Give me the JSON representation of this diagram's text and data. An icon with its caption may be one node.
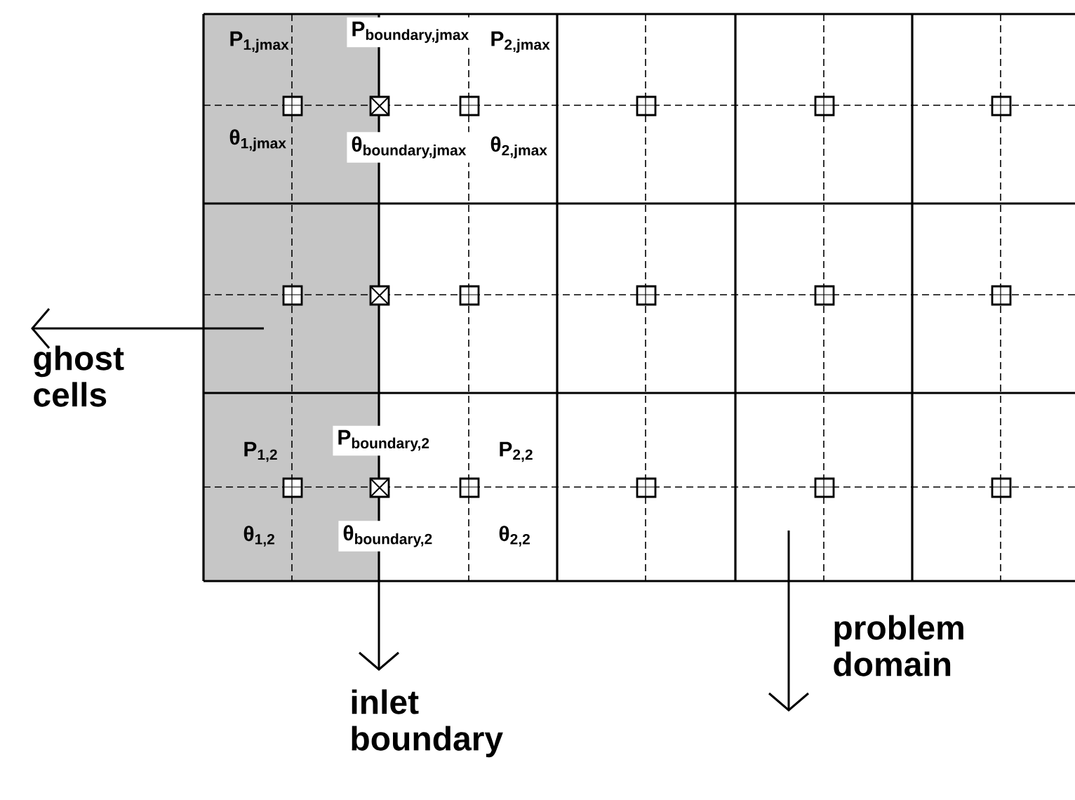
{
  "diagram": {
    "nodes": [
      {
        "text": [
          "ghost cells"
        ]
      },
      {
        "text": [
          "inlet boundary"
        ]
      },
      {
        "text": [
          "problem domain"
        ]
      }
    ],
    "edges": [
      {
        "from": null,
        "to": 0,
        "arrow": "to"
      },
      {
        "from": null,
        "to": 1,
        "arrow": "to"
      },
      {
        "from": null,
        "to": 2,
        "arrow": "to"
      }
    ],
    "labels": [
      "\\textbf{P}_{\\textbf{1,jmax}}",
      "\\textbf{P}_{\\textbf{boundary,jmax}}",
      "\\textbf{P}_{\\textbf{2,jmax}}",
      "\\textbf{θ}_{\\textbf{1,jmax}}",
      "\\textbf{θ}_{\\textbf{boundary,jmax}}",
      "\\textbf{θ}_{\\textbf{2,jmax}}",
      "\\textbf{P}_{\\textbf{1,2}}",
      "\\textbf{P}_{\\textbf{boundary,2}}",
      "\\textbf{P}_{\\textbf{2,2}}",
      "\\textbf{θ}_{\\textbf{1,2}}",
      "\\textbf{θ}_{\\textbf{boundary,2}}",
      "\\textbf{θ}_{\\textbf{2,2}}"
    ]
  }
}
